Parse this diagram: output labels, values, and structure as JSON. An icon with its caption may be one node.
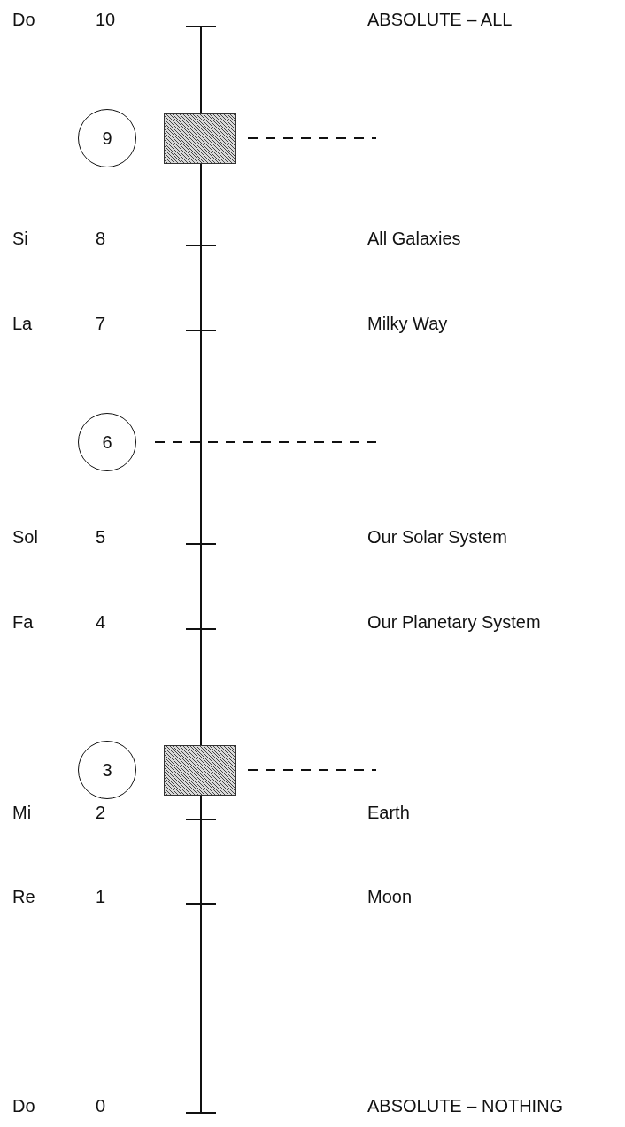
{
  "diagram": {
    "nodes": [
      {
        "text": [
          "9"
        ]
      },
      {
        "text": [],
        "shape": "box"
      },
      {
        "text": [
          "6"
        ]
      },
      {
        "text": [
          "3"
        ]
      },
      {
        "text": [],
        "shape": "box"
      }
    ],
    "labels": [
      "Do",
      "10",
      "ABSOLUTE – ALL",
      "Si",
      "8",
      "All Galaxies",
      "La",
      "7",
      "Milky Way",
      "Sol",
      "5",
      "Our Solar System",
      "Fa",
      "4",
      "Our Planetary System",
      "Mi",
      "2",
      "Earth",
      "Re",
      "1",
      "Moon",
      "Do",
      "0",
      "ABSOLUTE – NOTHING"
    ]
  }
}
